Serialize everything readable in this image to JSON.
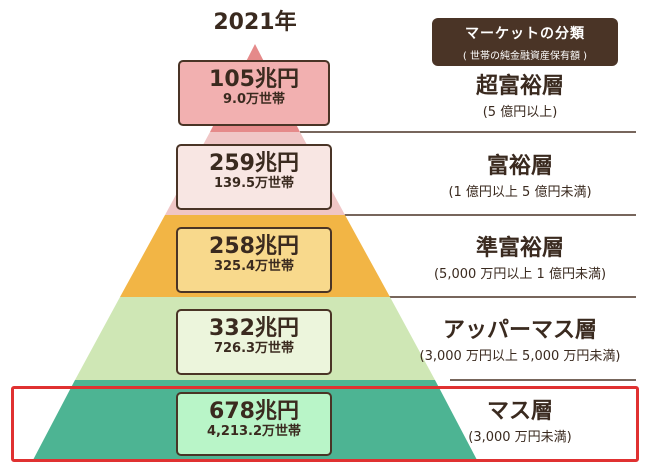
{
  "year": "2021年",
  "legend": {
    "title": "マーケットの分類",
    "subtitle": "( 世帯の純金融資産保有額 )"
  },
  "tiers": [
    {
      "name": "超富裕層",
      "range": "(5 億円以上)",
      "amount": "105兆円",
      "households": "9.0万世帯",
      "color": "#e58a8a",
      "box_color": "#f2b0b0"
    },
    {
      "name": "富裕層",
      "range": "(1 億円以上 5 億円未満)",
      "amount": "259兆円",
      "households": "139.5万世帯",
      "color": "#f0c6c6",
      "box_color": "#f8e6e3"
    },
    {
      "name": "準富裕層",
      "range": "(5,000 万円以上 1 億円未満)",
      "amount": "258兆円",
      "households": "325.4万世帯",
      "color": "#f2b545",
      "box_color": "#f8d98c"
    },
    {
      "name": "アッパーマス層",
      "range": "(3,000 万円以上 5,000 万円未満)",
      "amount": "332兆円",
      "households": "726.3万世帯",
      "color": "#cfe7b5",
      "box_color": "#ecf5dc"
    },
    {
      "name": "マス層",
      "range": "(3,000 万円未満)",
      "amount": "678兆円",
      "households": "4,213.2万世帯",
      "color": "#4db493",
      "box_color": "#b9f5c8"
    }
  ],
  "colors": {
    "outline": "#4a3426",
    "highlight": "#e03131"
  }
}
